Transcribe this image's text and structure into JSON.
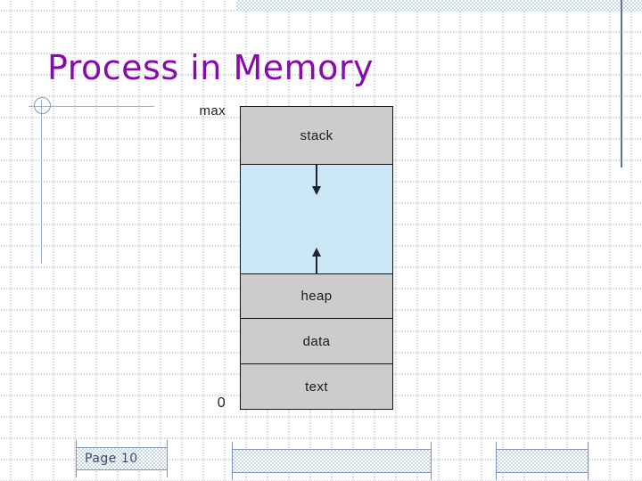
{
  "slide": {
    "title": "Process in Memory",
    "page_label": "Page 10"
  },
  "diagram": {
    "max_label": "max",
    "zero_label": "0",
    "segments": {
      "stack": "stack",
      "free_space": "",
      "heap": "heap",
      "data": "data",
      "text": "text"
    },
    "icons": {
      "stack_growth": "down-arrow",
      "heap_growth": "up-arrow"
    }
  },
  "colors": {
    "title_purple": "#870aaa",
    "segment_gray": "#cccccc",
    "free_space_blue": "#cbe7f6",
    "diagram_border": "#141414",
    "decor_blue_border": "#7e95bd",
    "right_line_blue": "#5f7596",
    "page_text": "#3e4c66"
  }
}
